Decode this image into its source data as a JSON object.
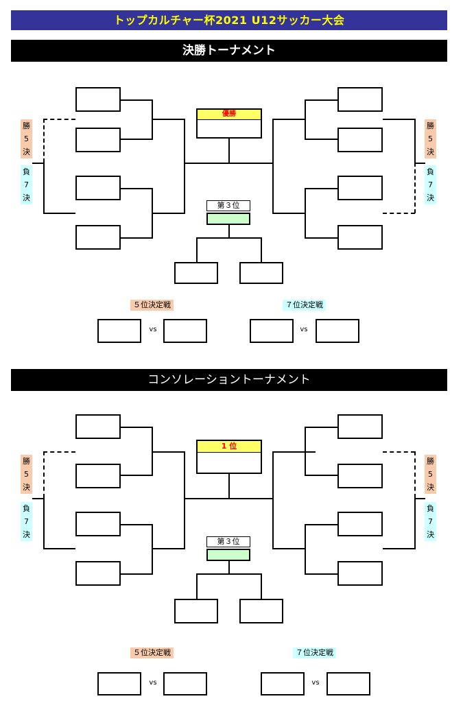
{
  "title": "トップカルチャー杯2021 U12サッカー大会",
  "sections": [
    {
      "heading": "決勝トーナメント",
      "champion_label": "優勝",
      "third_label": "第３位",
      "side_win": [
        "勝",
        "5",
        "決"
      ],
      "side_lose": [
        "負",
        "7",
        "決"
      ],
      "match5_label": "５位決定戦",
      "match7_label": "７位決定戦",
      "vs": "vs"
    },
    {
      "heading": "コンソレーショントーナメント",
      "champion_label": "1 位",
      "third_label": "第３位",
      "side_win": [
        "勝",
        "5",
        "決"
      ],
      "side_lose": [
        "負",
        "7",
        "決"
      ],
      "match5_label": "５位決定戦",
      "match7_label": "７位決定戦",
      "vs": "vs"
    }
  ],
  "colors": {
    "title_bg": "#333399",
    "title_text": "#ffff00",
    "winner_bg": "#ffff66",
    "winner_text": "#ff0000",
    "third_bg": "#ccffcc",
    "win_tag_bg": "#f8cbad",
    "lose_tag_bg": "#ccffff"
  }
}
